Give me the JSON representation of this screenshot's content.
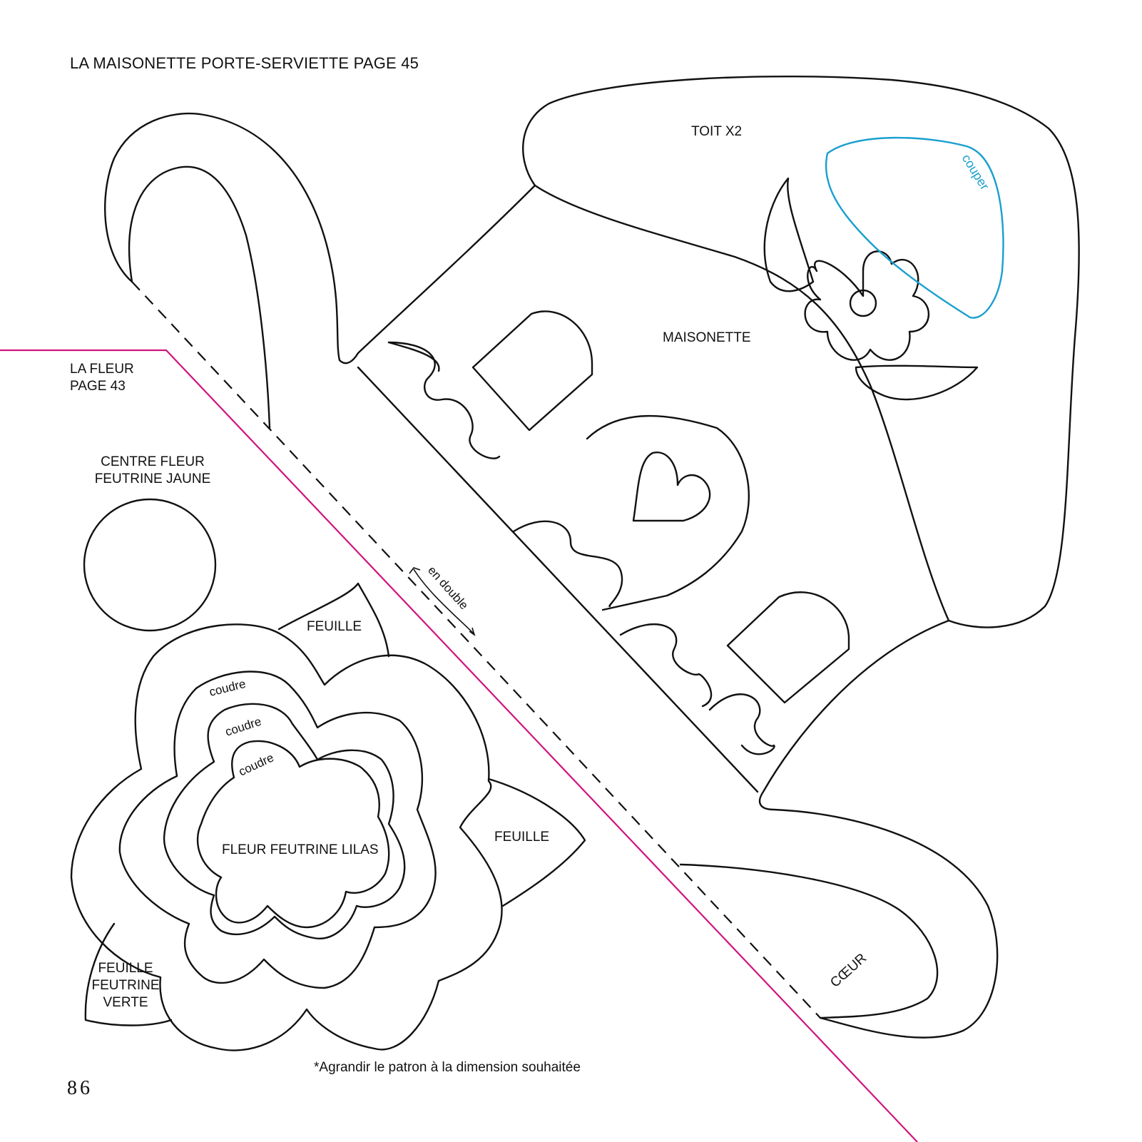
{
  "header": {
    "title": "LA MAISONETTE PORTE-SERVIETTE PAGE 45"
  },
  "fleur_section": {
    "title_line1": "LA FLEUR",
    "title_line2": "PAGE 43"
  },
  "labels": {
    "toit": "TOIT X2",
    "couper": "couper",
    "maisonette": "MAISONETTE",
    "en_double": "en double",
    "coeur": "CŒUR",
    "centre_fleur_line1": "CENTRE FLEUR",
    "centre_fleur_line2": "FEUTRINE JAUNE",
    "feuille_top": "FEUILLE",
    "feuille_right": "FEUILLE",
    "coudre": "coudre",
    "fleur_lilas": "FLEUR FEUTRINE LILAS",
    "feuille_verte_line1": "FEUILLE",
    "feuille_verte_line2": "FEUTRINE",
    "feuille_verte_line3": "VERTE"
  },
  "footer": {
    "note": "*Agrandir le patron à la dimension souhaitée",
    "page_number": "86"
  },
  "colors": {
    "divider": "#d0147f",
    "cut_line": "#1a9fce",
    "ink": "#111111"
  }
}
